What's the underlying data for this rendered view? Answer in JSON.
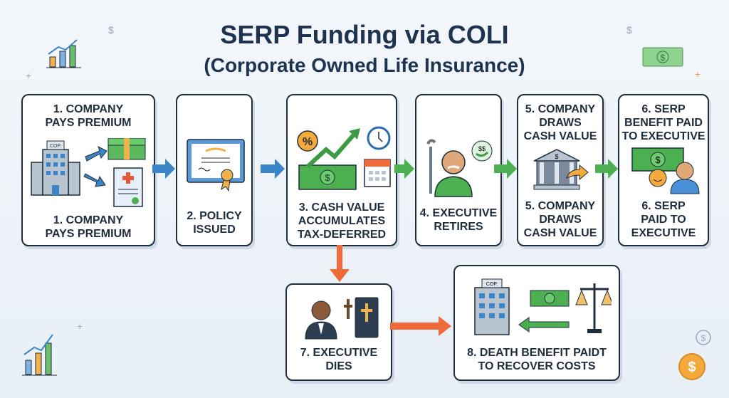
{
  "title": "SERP Funding via COLI",
  "subtitle": "(Corporate Owned Life Insurance)",
  "steps": [
    {
      "top_label": "1. COMPANY\nPAYS PREMIUM",
      "bottom_label": "1. COMPANY\nPAYS PREMIUM",
      "building_sign": "COP."
    },
    {
      "bottom_label": "2. POLICY\nISSUED"
    },
    {
      "bottom_label": "3. CASH VALUE\nACCUMULATES\nTAX-DEFERRED",
      "percent_symbol": "%"
    },
    {
      "bottom_label": "4. EXECUTIVE\nRETIRES"
    },
    {
      "top_label": "5. COMPANY\nDRAWS\nCASH VALUE",
      "bottom_label": "5. COMPANY\nDRAWS\nCASH VALUE"
    },
    {
      "top_label": "6. SERP\nBENEFIT PAID\nTO EXECUTIVE",
      "bottom_label": "6. SERP\nPAID TO\nEXECUTIVE"
    },
    {
      "bottom_label": "7. EXECUTIVE\nDIES"
    },
    {
      "bottom_label": "8. DEATH BENEFIT PAIDT\nTO RECOVER COSTS",
      "building_sign": "COP."
    }
  ],
  "colors": {
    "blue_arrow": "#3a86c8",
    "green_arrow": "#4caf50",
    "orange_arrow": "#ee6a3a",
    "money": "#3f9a4a",
    "title": "#1e3350"
  },
  "decor": {
    "dollar": "$",
    "plus": "+"
  }
}
